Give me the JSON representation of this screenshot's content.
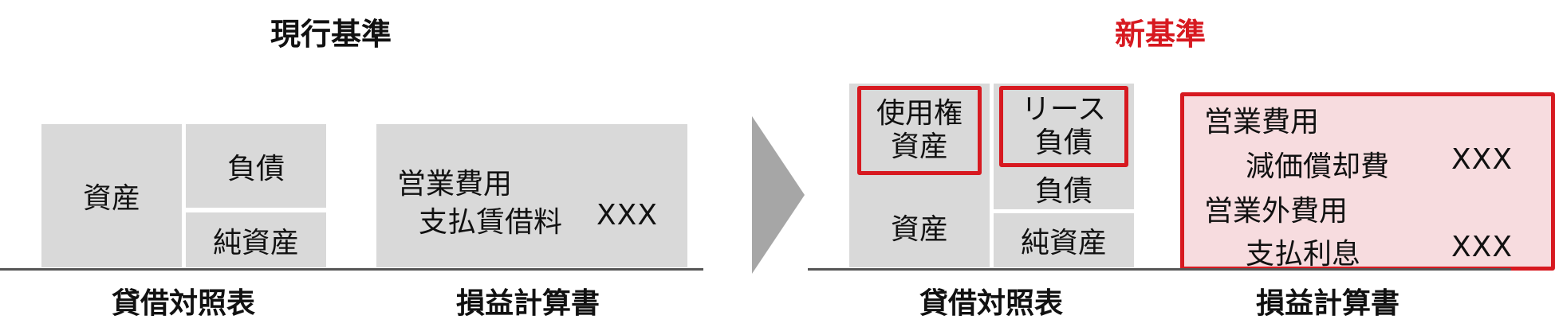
{
  "colors": {
    "box_gray": "#d9d9d9",
    "highlight_red": "#d71920",
    "highlight_fill": "#f7dcdf",
    "arrow_gray": "#a6a6a6",
    "baseline": "#555555"
  },
  "current": {
    "title": "現行基準",
    "bs": {
      "assets": "資産",
      "liabilities": "負債",
      "net_assets": "純資産",
      "label": "貸借対照表"
    },
    "pl": {
      "heading": "営業費用",
      "item": "支払賃借料",
      "amount": "XXX",
      "label": "損益計算書"
    }
  },
  "arrow": {
    "icon": "chevron-right-arrow-icon"
  },
  "new": {
    "title": "新基準",
    "bs": {
      "rou_asset": "使用権\n資産",
      "lease_liability": "リース\n負債",
      "assets": "資産",
      "liabilities": "負債",
      "net_assets": "純資産",
      "label": "貸借対照表"
    },
    "pl": {
      "op_heading": "営業費用",
      "op_item": "減価償却費",
      "op_amount": "XXX",
      "nonop_heading": "営業外費用",
      "nonop_item": "支払利息",
      "nonop_amount": "XXX",
      "label": "損益計算書"
    }
  }
}
